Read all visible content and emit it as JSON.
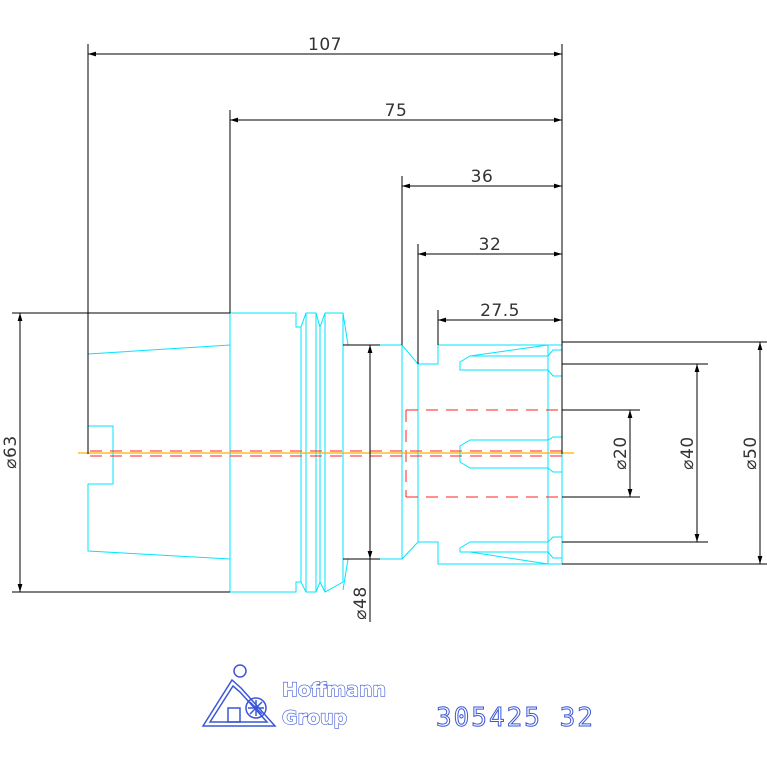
{
  "dimensions": {
    "length_107": "107",
    "length_75": "75",
    "length_36": "36",
    "length_32": "32",
    "length_27_5": "27.5",
    "dia_63": "⌀63",
    "dia_48": "⌀48",
    "dia_20": "⌀20",
    "dia_40": "⌀40",
    "dia_50": "⌀50"
  },
  "branding": {
    "brand_line1": "Hoffmann",
    "brand_line2": "Group",
    "part_number": "305425  32"
  },
  "colors": {
    "outline": "#00e5ff",
    "dimension": "#000000",
    "hidden": "#ff2020",
    "centerline": "#ffb000",
    "brand": "#3b56d6"
  }
}
